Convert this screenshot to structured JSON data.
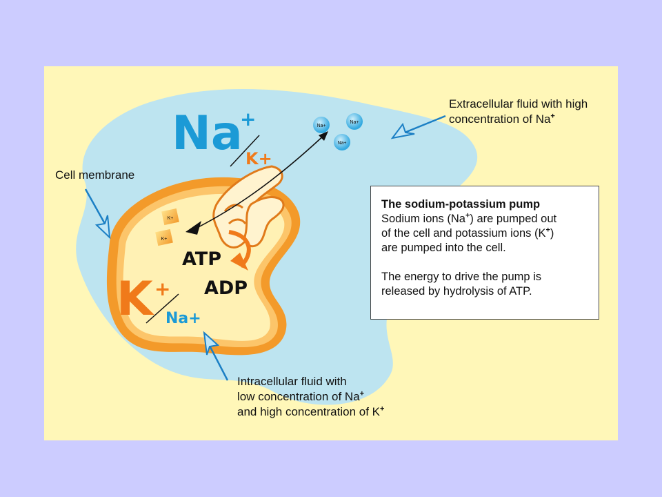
{
  "labels": {
    "extracellular_line1": "Extracellular fluid with high",
    "extracellular_line2": "concentration of Na",
    "extracellular_sup": "+",
    "membrane": "Cell membrane",
    "intracellular_line1": "Intracellular fluid with",
    "intracellular_line2": "low concentration of Na",
    "intracellular_line2_sup": "+",
    "intracellular_line3": "and high concentration of K",
    "intracellular_line3_sup": "+"
  },
  "diagram": {
    "outside_major": "Na",
    "outside_major_charge": "+",
    "outside_minor": "K+",
    "inside_major": "K",
    "inside_major_charge": "+",
    "inside_minor": "Na+",
    "atp": "ATP",
    "adp": "ADP",
    "ion_na": "Na+",
    "ion_k": "K+"
  },
  "info_box": {
    "title": "The sodium-potassium pump",
    "p1_a": "Sodium ions (Na",
    "p1_sup1": "+",
    "p1_b": ") are pumped out",
    "p1_c": "of the cell and potassium ions (K",
    "p1_sup2": "+",
    "p1_d": ")",
    "p1_e": "are pumped into the cell.",
    "p2_a": "The energy to drive the pump is",
    "p2_b": "released by hydrolysis of ATP."
  },
  "colors": {
    "background": "#ccccff",
    "slide": "#fff7b8",
    "extracellular": "#bde4f0",
    "membrane": "#f39a2a",
    "cytoplasm": "#fff1b4",
    "na_blue": "#1b9ad6",
    "k_orange": "#f07a1a"
  }
}
